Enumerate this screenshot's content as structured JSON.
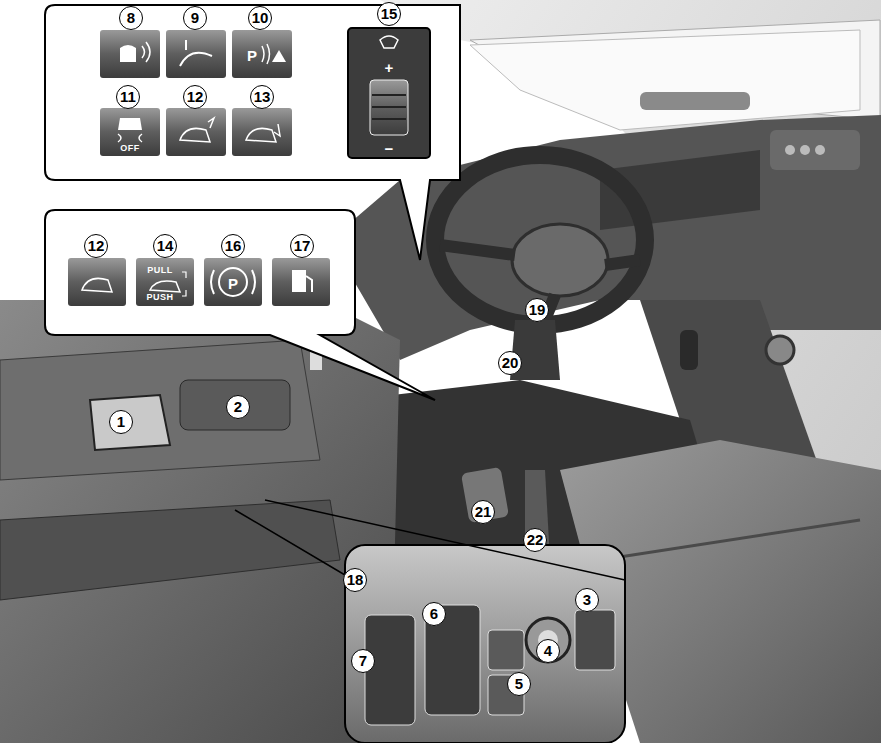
{
  "diagram": {
    "labels": [
      "1",
      "2",
      "3",
      "4",
      "5",
      "6",
      "7",
      "8",
      "9",
      "10",
      "11",
      "12",
      "13",
      "15",
      "12",
      "14",
      "16",
      "17",
      "18",
      "19",
      "20",
      "21",
      "22",
      "OFF",
      "PULL",
      "PUSH",
      "+",
      "−",
      "P",
      "P"
    ]
  }
}
